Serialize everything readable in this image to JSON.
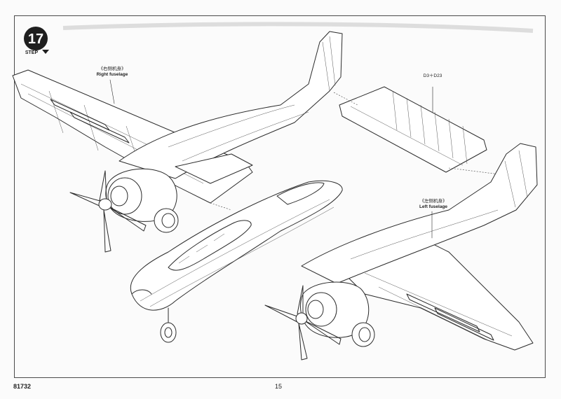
{
  "step": {
    "number": "17",
    "label": "STEP"
  },
  "callouts": {
    "right_fuselage_cn": "《右侧机身》",
    "right_fuselage_en": "Right fuselage",
    "left_fuselage_cn": "《左侧机身》",
    "left_fuselage_en": "Left fuselage",
    "part_ref": "D3＋D23"
  },
  "footer": {
    "kit_number": "81732",
    "page_number": "15"
  }
}
